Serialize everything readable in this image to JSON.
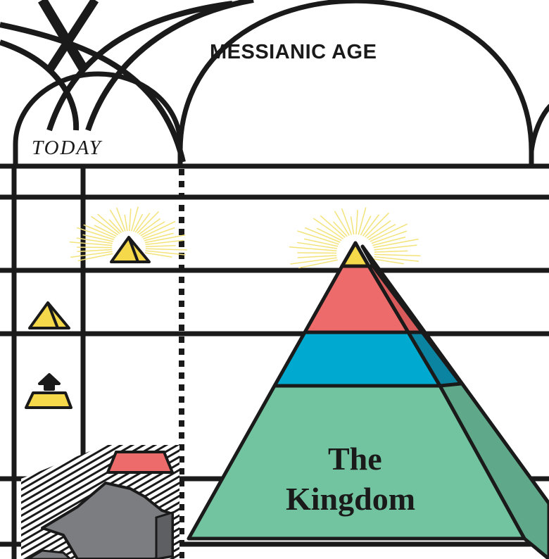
{
  "labels": {
    "messianic_age": "MESSIANIC AGE",
    "today": "TODAY",
    "kingdom_line1": "The",
    "kingdom_line2": "Kingdom"
  },
  "colors": {
    "line": "#1a1a1a",
    "yellow": "#f5d94a",
    "red": "#ee6b6b",
    "blue": "#00a9cf",
    "green": "#72c4a0",
    "rock": "#7c7d80",
    "rays": "#f3e37a"
  }
}
